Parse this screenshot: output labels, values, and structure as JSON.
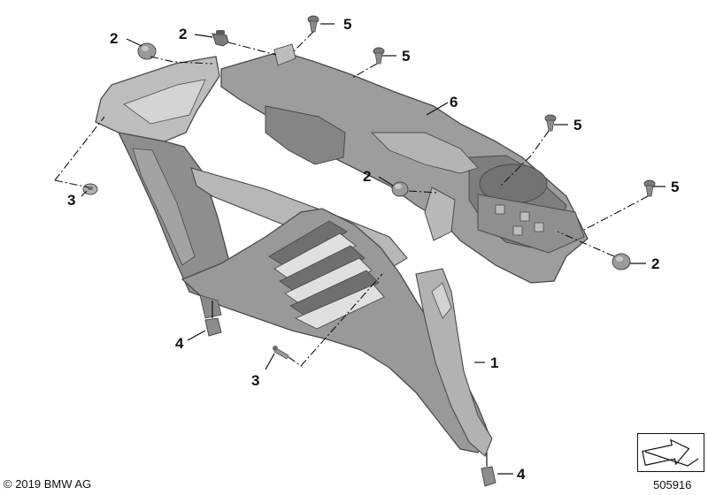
{
  "callouts": {
    "c1": "1",
    "c2a": "2",
    "c2b": "2",
    "c2c": "2",
    "c2d": "2",
    "c3a": "3",
    "c3b": "3",
    "c4a": "4",
    "c4b": "4",
    "c5a": "5",
    "c5b": "5",
    "c5c": "5",
    "c5d": "5",
    "c6": "6"
  },
  "footer": {
    "copyright": "© 2019 BMW AG",
    "doc_number": "505916"
  },
  "colors": {
    "part_dark": "#8c8c8c",
    "part_mid": "#a7a7a7",
    "part_light": "#c6c6c6",
    "outline": "#4a4a4a"
  }
}
